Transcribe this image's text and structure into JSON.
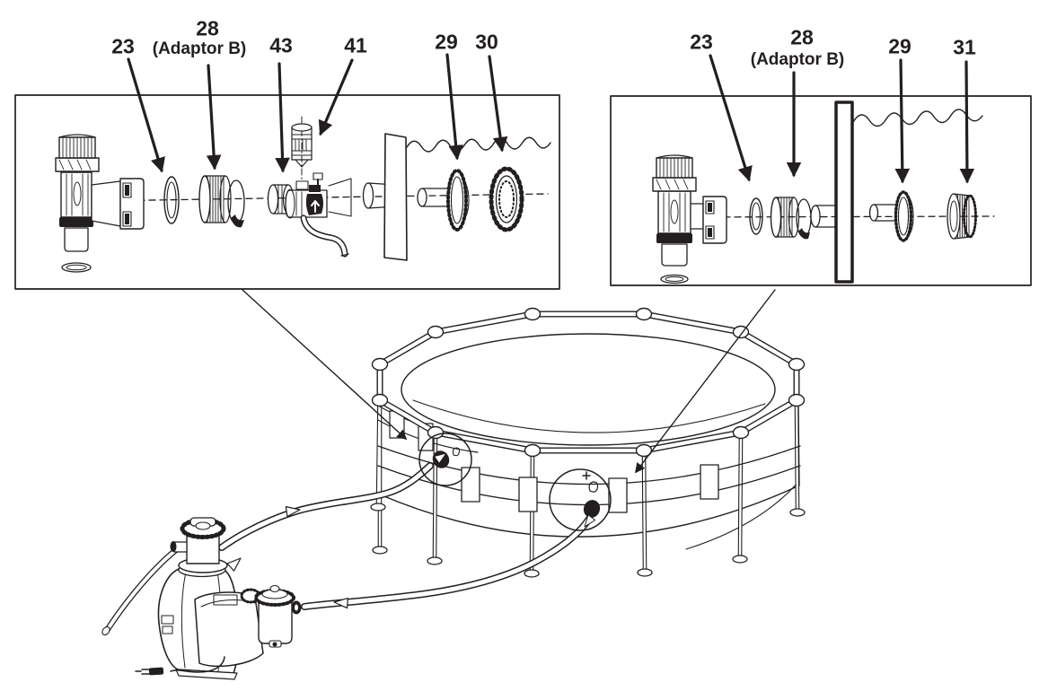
{
  "figure": {
    "description_visible_text_only": true,
    "colors": {
      "line": "#231f20",
      "background": "#ffffff"
    }
  },
  "panels": [
    {
      "name": "left-inset",
      "callouts": [
        {
          "number": "23"
        },
        {
          "number": "28",
          "note": "(Adaptor B)"
        },
        {
          "number": "43"
        },
        {
          "number": "41"
        },
        {
          "number": "29"
        },
        {
          "number": "30"
        }
      ]
    },
    {
      "name": "right-inset",
      "callouts": [
        {
          "number": "23"
        },
        {
          "number": "28",
          "note": "(Adaptor B)"
        },
        {
          "number": "29"
        },
        {
          "number": "31"
        }
      ]
    }
  ]
}
